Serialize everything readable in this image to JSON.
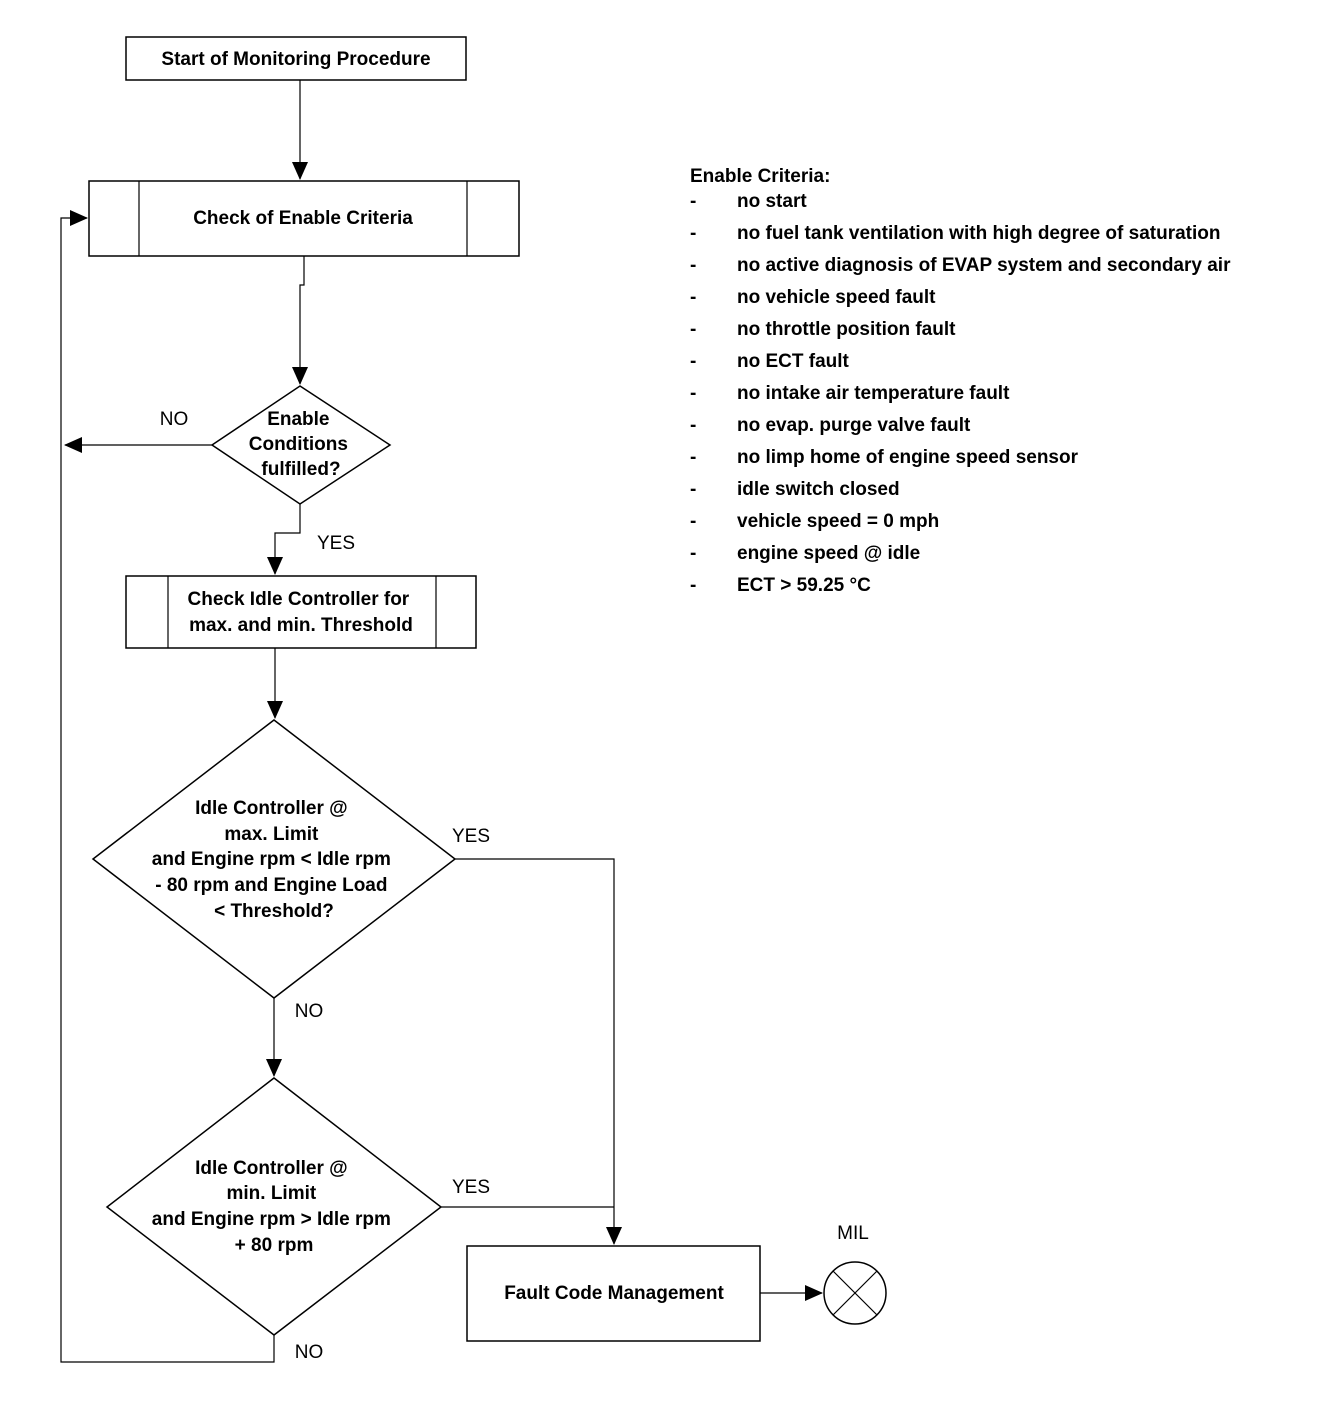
{
  "flowchart": {
    "start_label": "Start of Monitoring Procedure",
    "check_enable_label": "Check of Enable Criteria",
    "enable_decision_lines": [
      "Enable",
      "Conditions",
      "fulfilled?"
    ],
    "check_idle_lines": [
      "Check Idle Controller for",
      "max. and min. Threshold"
    ],
    "max_decision_lines": [
      "Idle Controller @",
      "max. Limit",
      "and Engine rpm < Idle rpm",
      "- 80 rpm and Engine Load",
      "< Threshold?"
    ],
    "min_decision_lines": [
      "Idle Controller @",
      "min. Limit",
      "and Engine rpm > Idle rpm",
      "+ 80 rpm"
    ],
    "fault_label": "Fault Code Management",
    "mil_label": "MIL",
    "labels": {
      "enable_no": "NO",
      "enable_yes": "YES",
      "max_yes": "YES",
      "max_no": "NO",
      "min_yes": "YES",
      "min_no": "NO"
    }
  },
  "criteria": {
    "title": "Enable Criteria:",
    "bullet": "-",
    "items": [
      "no start",
      "no fuel tank ventilation with high degree of saturation",
      "no active diagnosis of EVAP system and secondary air",
      "no vehicle speed fault",
      "no throttle position fault",
      "no ECT fault",
      "no intake air temperature fault",
      "no evap. purge valve fault",
      "no limp home of engine speed sensor",
      "idle switch closed",
      "vehicle speed = 0 mph",
      "engine speed @ idle",
      "ECT > 59.25 °C"
    ]
  }
}
